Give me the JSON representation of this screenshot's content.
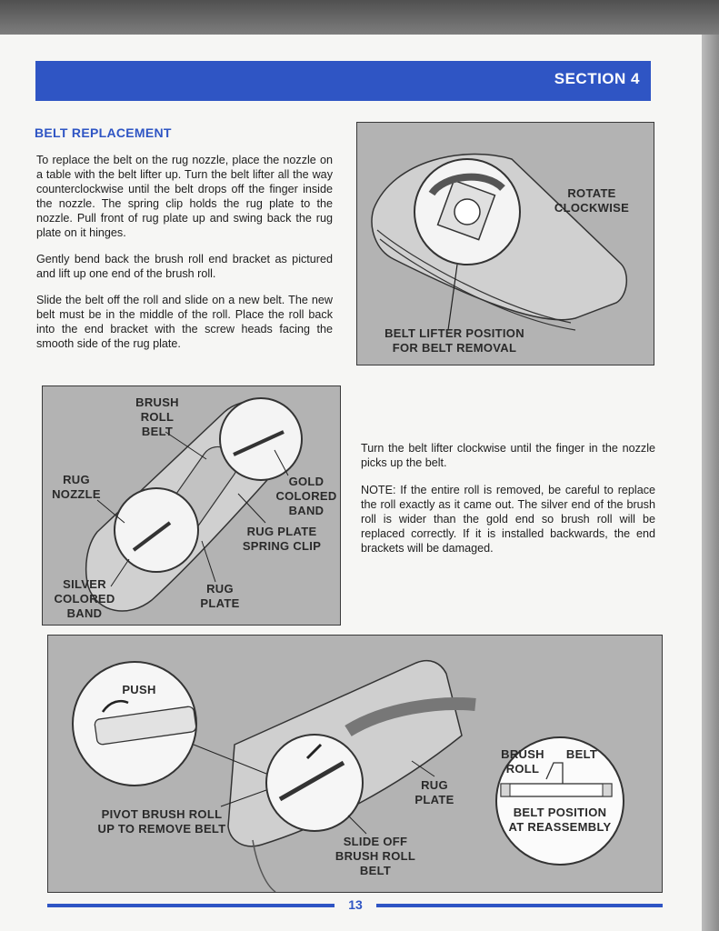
{
  "header": {
    "section": "SECTION 4"
  },
  "article": {
    "heading": "BELT REPLACEMENT",
    "para1": "To replace the belt on the rug nozzle, place the nozzle on a table with the belt lifter up. Turn the belt lifter all the way counterclockwise until the belt drops off the finger inside the nozzle. The spring clip holds the rug plate to the nozzle. Pull front of rug plate up and swing back the rug plate on it hinges.",
    "para2": "Gently bend back the brush roll end bracket as pictured and lift up one end of the brush roll.",
    "para3": "Slide the belt off the roll and slide on a new belt. The new belt must be in the middle of the roll. Place the roll back into the end bracket with the screw heads facing the smooth side of the rug plate.",
    "para4": "Turn the belt lifter clockwise until the finger in the nozzle picks up the belt.",
    "para5": "NOTE: If the entire roll is removed, be careful to replace the roll exactly as it came out. The silver end of the brush roll is wider than the gold end so brush roll will be replaced correctly. If it is installed backwards, the end brackets will be damaged."
  },
  "figure1": {
    "rotate": "ROTATE",
    "clockwise": "CLOCKWISE",
    "lifter_line1": "BELT LIFTER POSITION",
    "lifter_line2": "FOR BELT REMOVAL"
  },
  "figure2": {
    "brush": "BRUSH",
    "roll": "ROLL",
    "belt": "BELT",
    "rug": "RUG",
    "nozzle": "NOZZLE",
    "gold": "GOLD",
    "colored": "COLORED",
    "band": "BAND",
    "rug_plate": "RUG PLATE",
    "spring_clip": "SPRING CLIP",
    "silver": "SILVER",
    "colored2": "COLORED",
    "band2": "BAND",
    "rug2": "RUG",
    "plate": "PLATE"
  },
  "figure3": {
    "push": "PUSH",
    "pivot1": "PIVOT BRUSH ROLL",
    "pivot2": "UP TO REMOVE BELT",
    "rug": "RUG",
    "plate": "PLATE",
    "slide1": "SLIDE OFF",
    "slide2": "BRUSH ROLL",
    "slide3": "BELT",
    "brush": "BRUSH",
    "roll": "ROLL",
    "belt": "BELT",
    "pos1": "BELT POSITION",
    "pos2": "AT REASSEMBLY"
  },
  "footer": {
    "page_number": "13"
  }
}
